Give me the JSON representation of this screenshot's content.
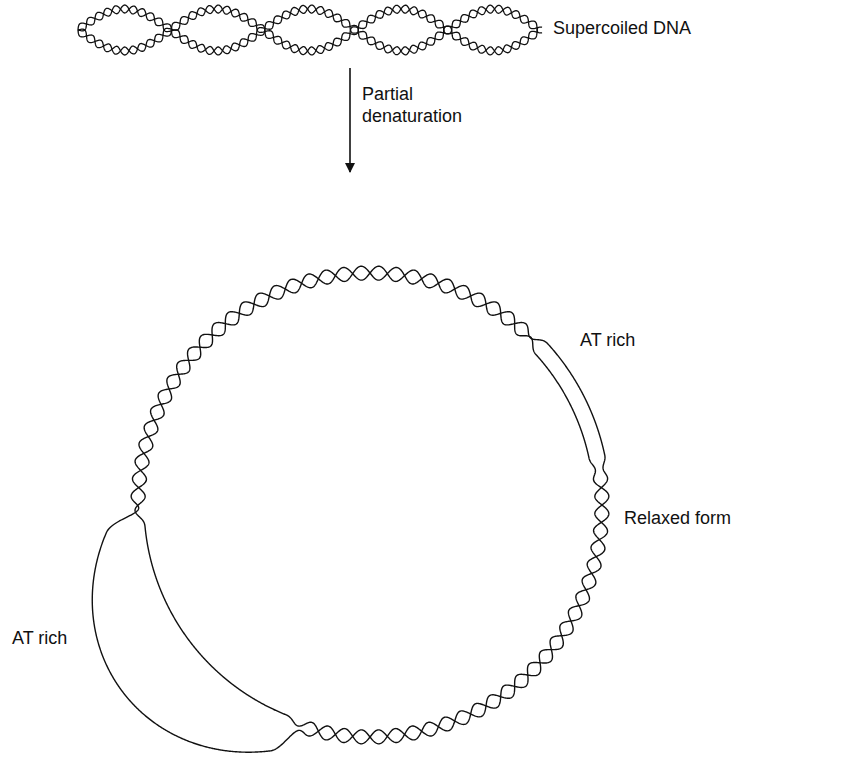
{
  "diagram": {
    "labels": [
      "Supercoiled DNA",
      "Partial denaturation",
      "AT rich",
      "Relaxed form",
      "AT rich"
    ]
  }
}
